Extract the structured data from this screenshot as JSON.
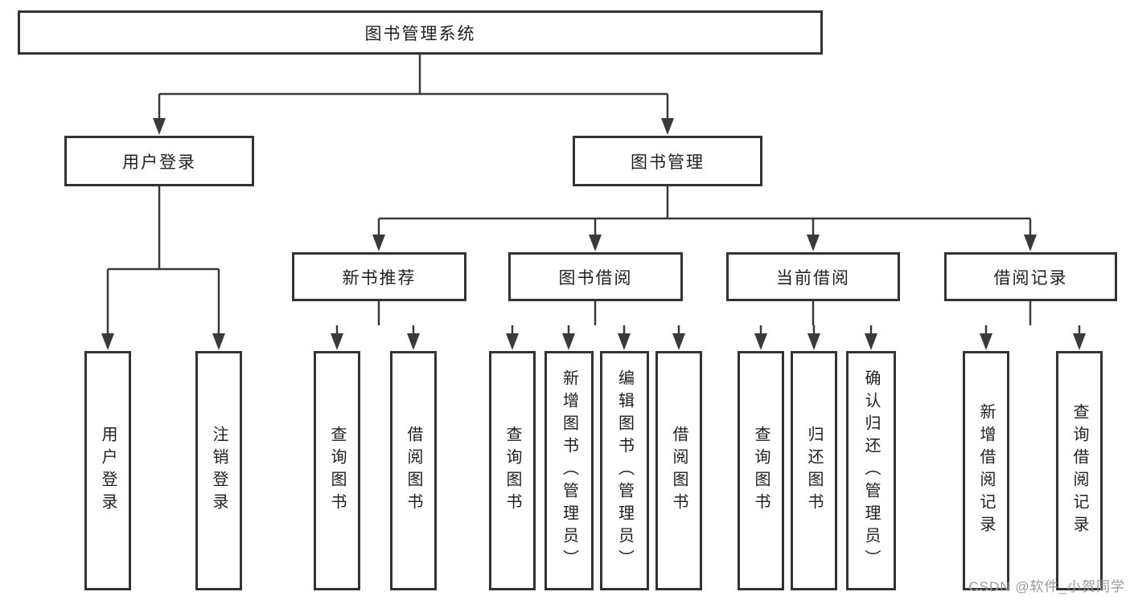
{
  "colors": {
    "line": "#3a3a3a",
    "box_border": "#333333",
    "box_fill": "#ffffff",
    "label_text": "#1f1f1f",
    "watermark_text": "#9b9b9b"
  },
  "diagram": {
    "root": {
      "label": "图书管理系统"
    },
    "branches": [
      {
        "label": "用户登录",
        "children": [
          {
            "label": "用户登录"
          },
          {
            "label": "注销登录"
          }
        ]
      },
      {
        "label": "图书管理",
        "children": [
          {
            "label": "新书推荐",
            "children": [
              {
                "label": "查询图书"
              },
              {
                "label": "借阅图书"
              }
            ]
          },
          {
            "label": "图书借阅",
            "children": [
              {
                "label": "查询图书"
              },
              {
                "label": "新增图书（管理员）"
              },
              {
                "label": "编辑图书（管理员）"
              },
              {
                "label": "借阅图书"
              }
            ]
          },
          {
            "label": "当前借阅",
            "children": [
              {
                "label": "查询图书"
              },
              {
                "label": "归还图书"
              },
              {
                "label": "确认归还（管理员）"
              }
            ]
          },
          {
            "label": "借阅记录",
            "children": [
              {
                "label": "新增借阅记录"
              },
              {
                "label": "查询借阅记录"
              }
            ]
          }
        ]
      }
    ]
  },
  "watermark": {
    "text": "CSDN @软件_小贺同学"
  }
}
